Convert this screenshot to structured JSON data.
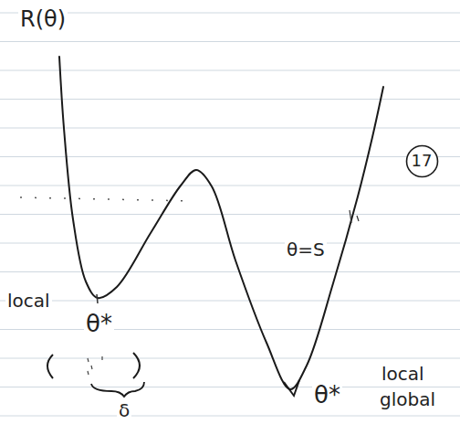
{
  "diagram": {
    "nodes": [
      {
        "text": [
          "17"
        ]
      }
    ],
    "labels": [
      "R(θ)",
      "local",
      "θ*",
      "δ",
      "θ=S",
      "θ*",
      "local",
      "global"
    ]
  }
}
